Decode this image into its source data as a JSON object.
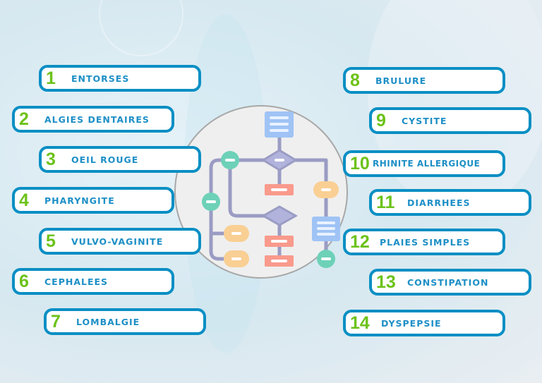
{
  "items": [
    {
      "n": "1",
      "label": "ENTORSES"
    },
    {
      "n": "2",
      "label": "ALGIES DENTAIRES"
    },
    {
      "n": "3",
      "label": "OEIL ROUGE"
    },
    {
      "n": "4",
      "label": "PHARYNGITE"
    },
    {
      "n": "5",
      "label": "VULVO-VAGINITE"
    },
    {
      "n": "6",
      "label": "CEPHALEES"
    },
    {
      "n": "7",
      "label": "LOMBALGIE"
    },
    {
      "n": "8",
      "label": "BRULURE"
    },
    {
      "n": "9",
      "label": "CYSTITE"
    },
    {
      "n": "10",
      "label": "RHINITE ALLERGIQUE"
    },
    {
      "n": "11",
      "label": "DIARRHEES"
    },
    {
      "n": "12",
      "label": "PLAIES SIMPLES"
    },
    {
      "n": "13",
      "label": "CONSTIPATION"
    },
    {
      "n": "14",
      "label": "DYSPEPSIE"
    }
  ],
  "colors": {
    "border": "#0a8fc4",
    "number": "#6cc21a",
    "label": "#1d8fc6"
  }
}
